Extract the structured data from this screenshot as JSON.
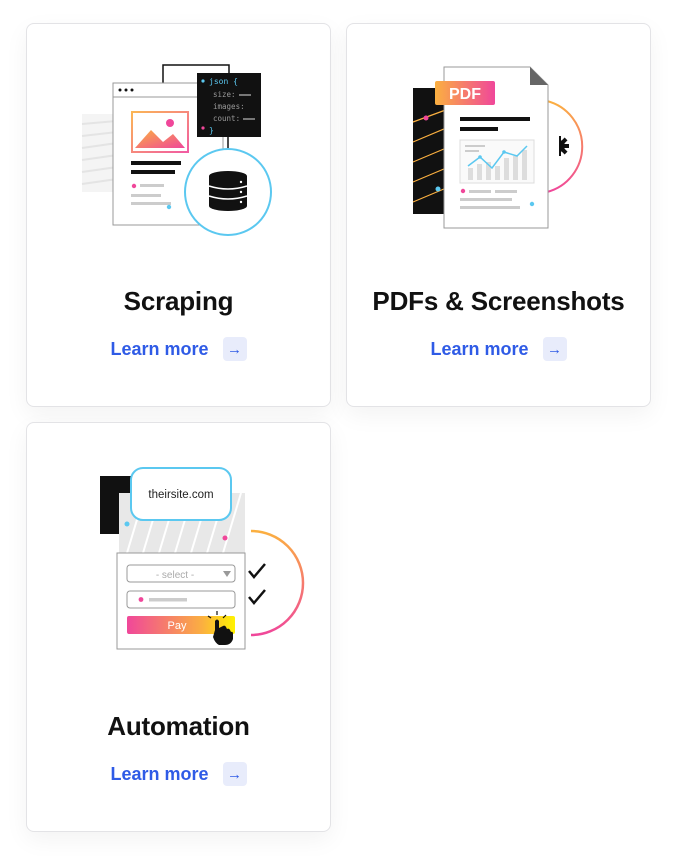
{
  "cards": [
    {
      "title": "Scraping",
      "link_label": "Learn more",
      "illustration": {
        "code_lines": [
          "json {",
          "size:",
          "images:",
          "count:",
          "}"
        ]
      }
    },
    {
      "title": "PDFs & Screenshots",
      "link_label": "Learn more",
      "illustration": {
        "doc_badge": "PDF"
      }
    },
    {
      "title": "Automation",
      "link_label": "Learn more",
      "illustration": {
        "domain": "theirsite.com",
        "select_placeholder": "- select -",
        "pay_label": "Pay"
      }
    }
  ],
  "icons": {
    "link_arrow": "→"
  },
  "colors": {
    "link": "#2f5be6",
    "link_bg": "#e8ecfb",
    "accent_blue": "#5bc8f0",
    "accent_pink": "#f0479a",
    "accent_orange": "#fbb040",
    "accent_yellow": "#fff200"
  }
}
